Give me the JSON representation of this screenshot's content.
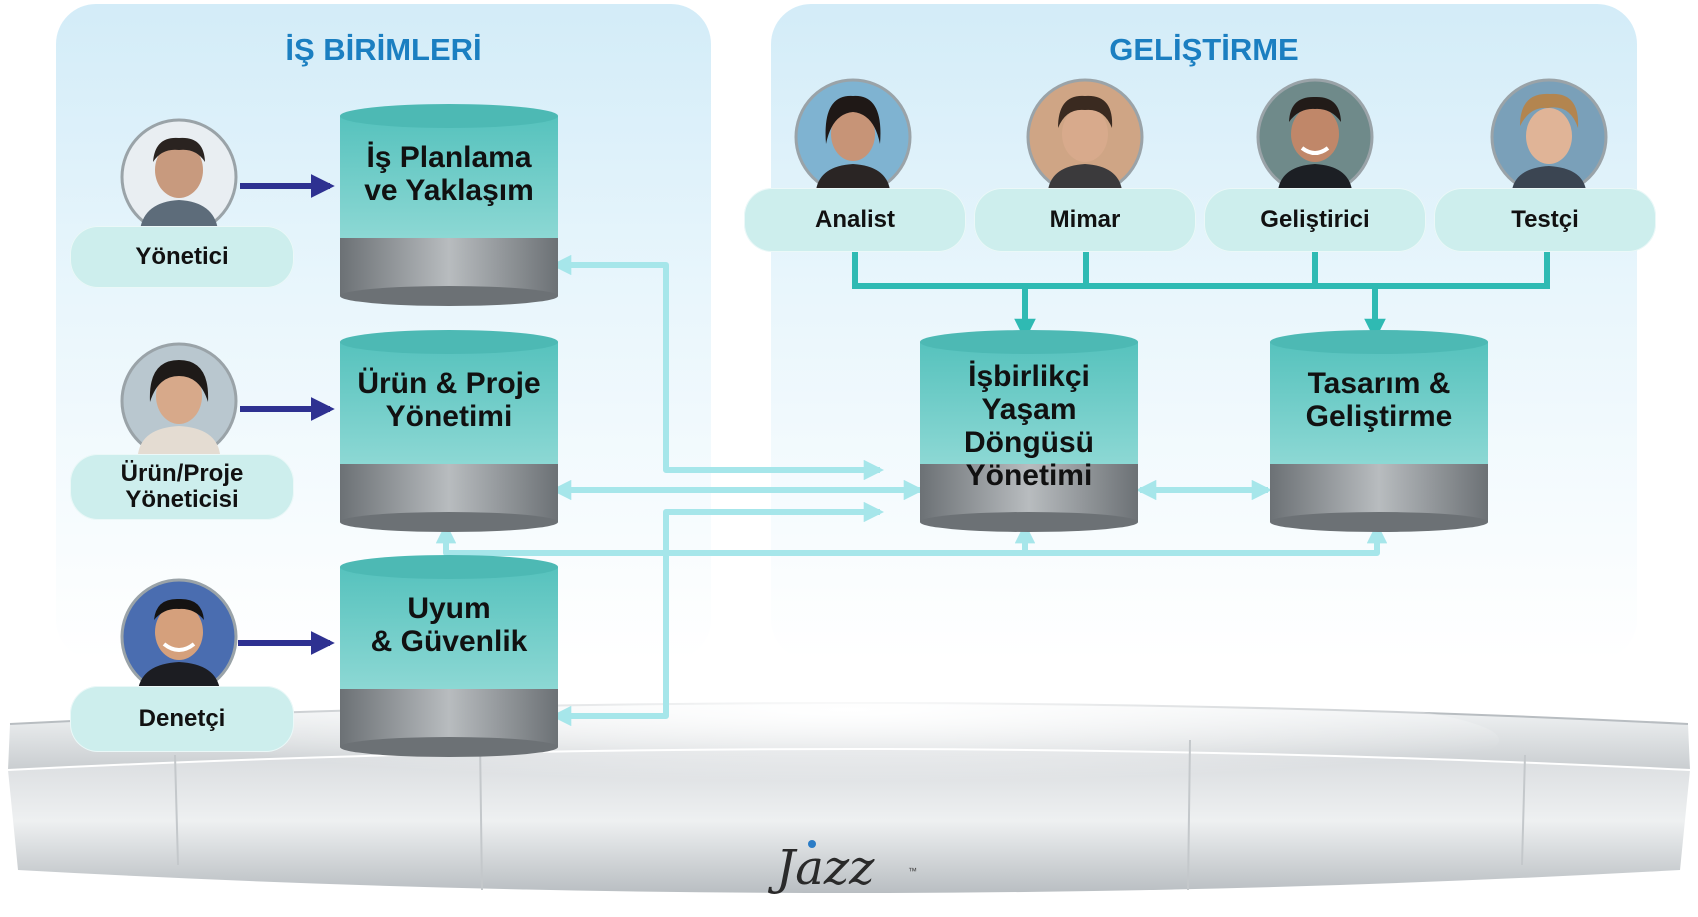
{
  "panels": {
    "business": {
      "title": "İŞ BİRİMLERİ"
    },
    "development": {
      "title": "GELİŞTİRME"
    }
  },
  "business_roles": [
    {
      "label": "Yönetici",
      "icon": "person-manager-icon"
    },
    {
      "label": "Ürün/Proje\nYöneticisi",
      "icon": "person-project-manager-icon"
    },
    {
      "label": "Denetçi",
      "icon": "person-auditor-icon"
    }
  ],
  "dev_roles": [
    {
      "label": "Analist",
      "icon": "person-analyst-icon"
    },
    {
      "label": "Mimar",
      "icon": "person-architect-icon"
    },
    {
      "label": "Geliştirici",
      "icon": "person-developer-icon"
    },
    {
      "label": "Testçi",
      "icon": "person-tester-icon"
    }
  ],
  "capabilities": {
    "planning": "İş Planlama\nve Yaklaşım",
    "product": "Ürün & Proje\nYönetimi",
    "compliance": "Uyum\n& Güvenlik",
    "lifecycle": "İşbirlikçi\nYaşam\nDöngüsü\nYönetimi",
    "design": "Tasarım &\nGeliştirme"
  },
  "logo": {
    "text": "Jazz",
    "trademark": "™"
  },
  "colors": {
    "panel_title": "#1b7fc1",
    "pill": "#cdeeed",
    "cylinder_top": "#7fd3cf",
    "cylinder_band": "#8a8f93",
    "arrow_dark": "#2e3191",
    "arrow_teal": "#2fbab3",
    "arrow_light": "#a6e6ea"
  }
}
